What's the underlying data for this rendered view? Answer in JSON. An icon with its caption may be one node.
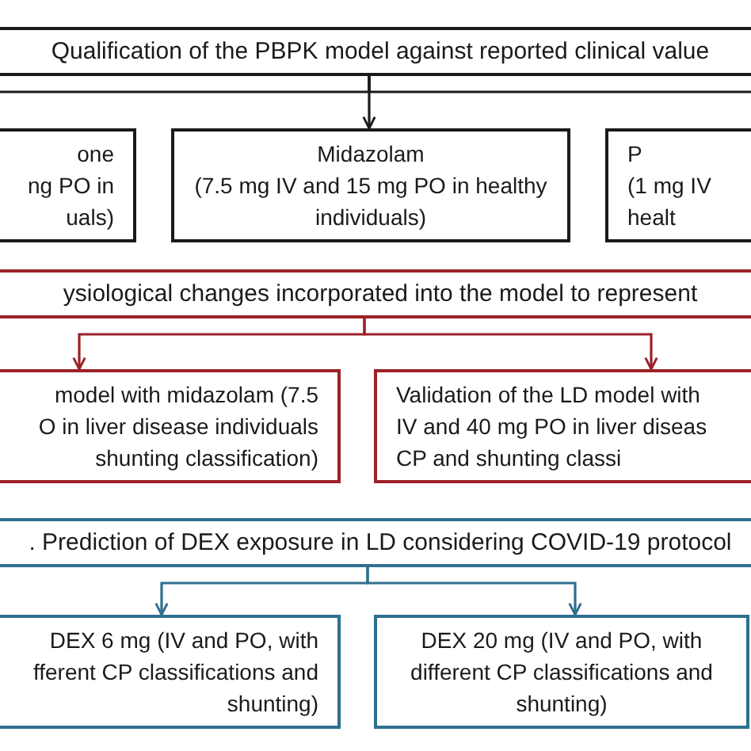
{
  "diagram": {
    "nodes": [
      {
        "text": [
          "Qualification of the PBPK model against reported clinical value"
        ]
      },
      {
        "text": [
          "one",
          "ng PO in",
          "uals)"
        ]
      },
      {
        "text": [
          "Midazolam",
          "(7.5 mg IV and 15 mg PO in healthy individuals)"
        ]
      },
      {
        "text": [
          "P",
          "(1 mg IV",
          "healt"
        ]
      },
      {
        "text": [
          "ysiological changes incorporated into the model to represent"
        ]
      },
      {
        "text": [
          "model with midazolam (7.5",
          "O in liver disease individuals",
          "shunting classification)"
        ]
      },
      {
        "text": [
          "Validation of the LD model with",
          "IV and 40 mg PO in liver diseas",
          "CP and shunting classi"
        ]
      },
      {
        "text": [
          ". Prediction of DEX exposure in LD considering COVID-19 protocol"
        ]
      },
      {
        "text": [
          "DEX 6 mg (IV and PO, with",
          "fferent CP classifications and",
          "shunting)"
        ]
      },
      {
        "text": [
          "DEX 20 mg (IV and PO, with different CP classifications and shunting)"
        ]
      }
    ],
    "edges": [
      {
        "from": 0,
        "to": 1,
        "arrow": "to"
      },
      {
        "from": 0,
        "to": 2,
        "arrow": "to"
      },
      {
        "from": 0,
        "to": 3,
        "arrow": "to"
      },
      {
        "from": 4,
        "to": 5,
        "arrow": "to",
        "color": "#9b2226"
      },
      {
        "from": 4,
        "to": 6,
        "arrow": "to",
        "color": "#9b2226"
      },
      {
        "from": 7,
        "to": 8,
        "arrow": "to",
        "color": "#2f6f8f"
      },
      {
        "from": 7,
        "to": 9,
        "arrow": "to",
        "color": "#2f6f8f"
      }
    ]
  }
}
